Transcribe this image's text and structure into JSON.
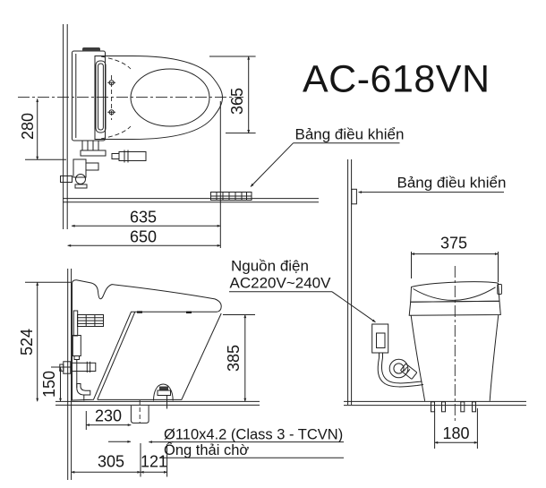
{
  "title": "AC-618VN",
  "plan_view": {
    "dim_280": "280",
    "dim_365": "365",
    "dim_635": "635",
    "dim_650": "650",
    "control_panel_label": "Bảng điều khiển"
  },
  "rear_view": {
    "dim_375": "375",
    "dim_180": "180",
    "control_panel_label": "Bảng điều khiển",
    "power_label_line1": "Nguồn điện",
    "power_label_line2": "AC220V~240V"
  },
  "side_view": {
    "dim_524": "524",
    "dim_150": "150",
    "dim_385": "385",
    "dim_230": "230",
    "dim_305": "305",
    "dim_121": "121",
    "drain_spec": "Ø110x4.2 (Class 3 - TCVN)",
    "drain_label": "Ống thải chờ"
  },
  "colors": {
    "line": "#222222",
    "background": "#ffffff"
  }
}
